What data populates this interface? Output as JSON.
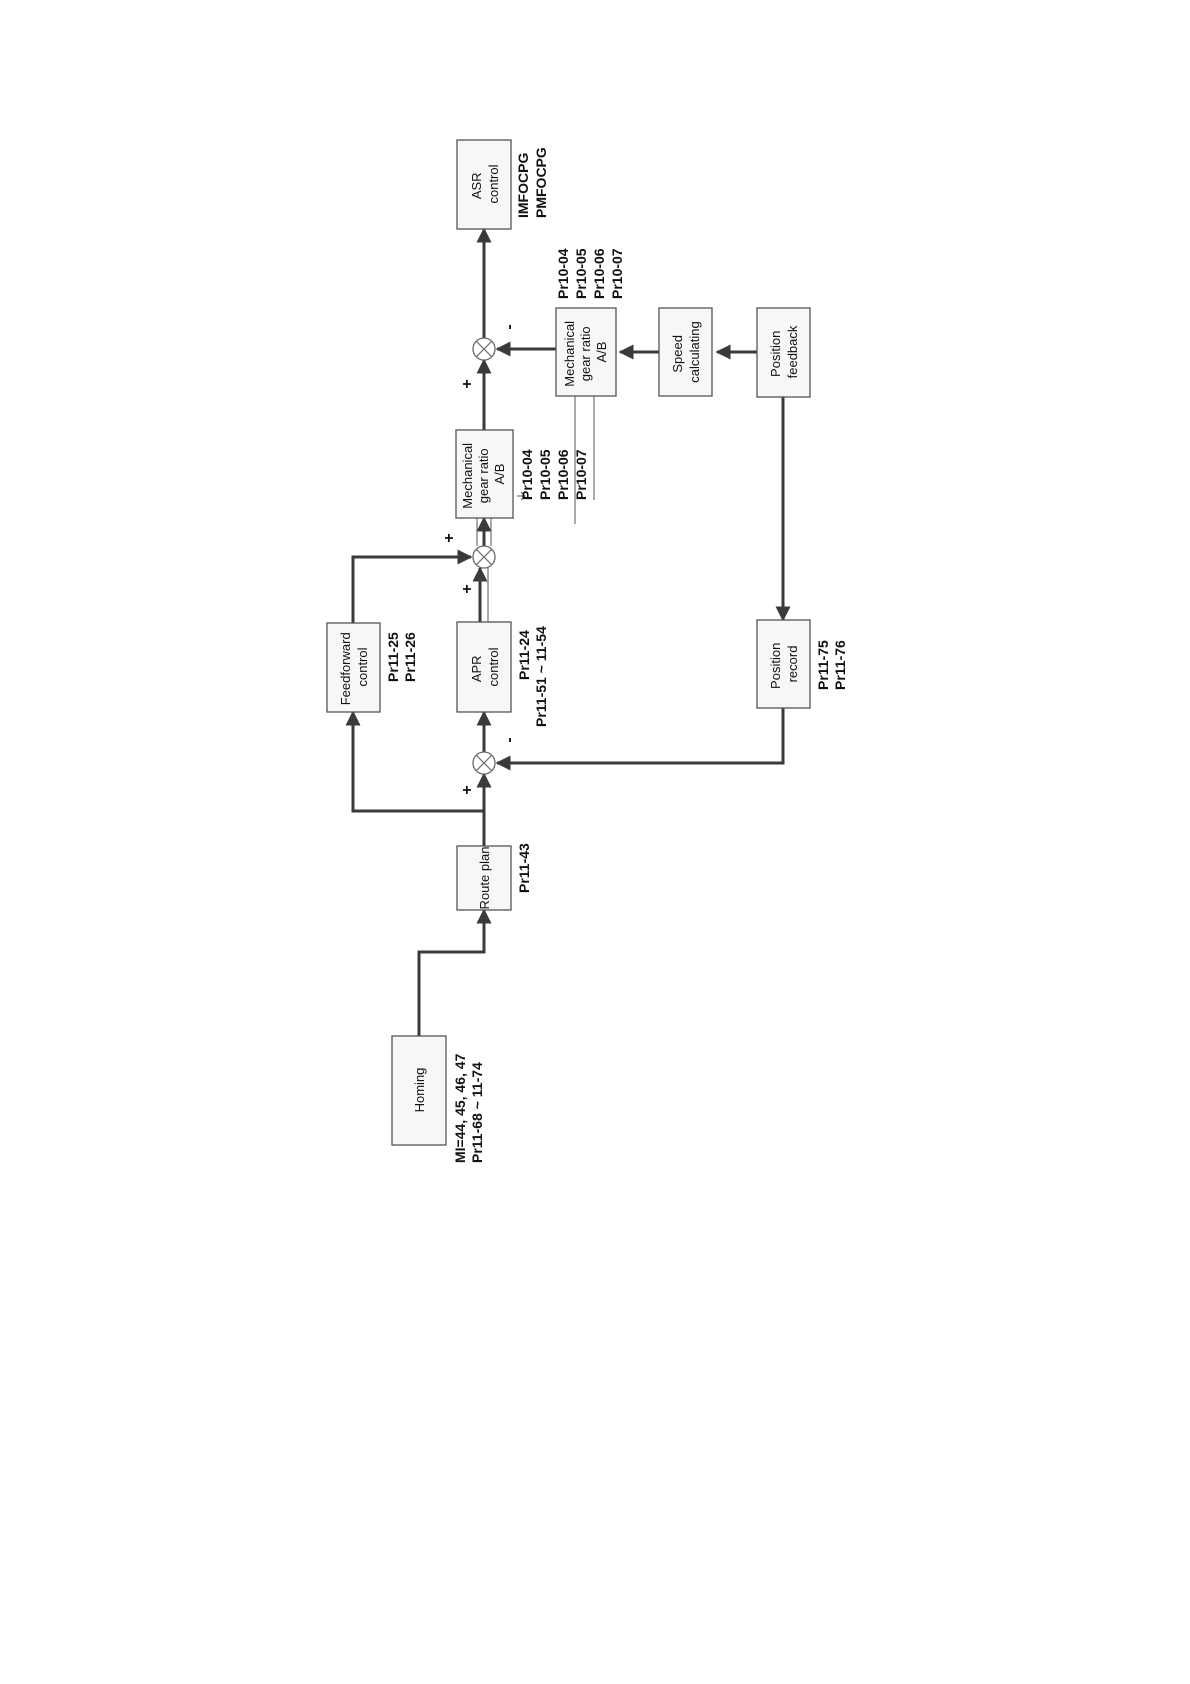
{
  "diagram": {
    "blocks": {
      "homing": [
        "Homing"
      ],
      "route_plan": [
        "Route plan"
      ],
      "feedforward": [
        "Feedforward",
        "control"
      ],
      "apr": [
        "APR",
        "control"
      ],
      "gear1": [
        "Mechanical",
        "gear ratio",
        "A/B"
      ],
      "gear2": [
        "Mechanical",
        "gear ratio",
        "A/B"
      ],
      "asr": [
        "ASR",
        "control"
      ],
      "speed_calc": [
        "Speed",
        "calculating"
      ],
      "pos_feedback": [
        "Position",
        "feedback"
      ],
      "pos_record": [
        "Position",
        "record"
      ]
    },
    "labels": {
      "homing": [
        "MI=44, 45, 46, 47",
        "Pr11-68 ~ 11-74"
      ],
      "route_plan": [
        "Pr11-43"
      ],
      "feedforward": [
        "Pr11-25",
        "Pr11-26"
      ],
      "apr": [
        "Pr11-24",
        "Pr11-51 ~ 11-54"
      ],
      "gear1": [
        "Pr10-04",
        "Pr10-05",
        "Pr10-06",
        "Pr10-07"
      ],
      "gear2": [
        "Pr10-04",
        "Pr10-05",
        "Pr10-06",
        "Pr10-07"
      ],
      "asr": [
        "IMFOCPG",
        "PMFOCPG"
      ],
      "pos_record": [
        "Pr11-75",
        "Pr11-76"
      ]
    },
    "signs": {
      "sum1_plus": "+",
      "sum1_minus": "-",
      "sum2_plus_a": "+",
      "sum2_plus_b": "+",
      "sum3_plus": "+",
      "sum3_minus": "-"
    }
  }
}
